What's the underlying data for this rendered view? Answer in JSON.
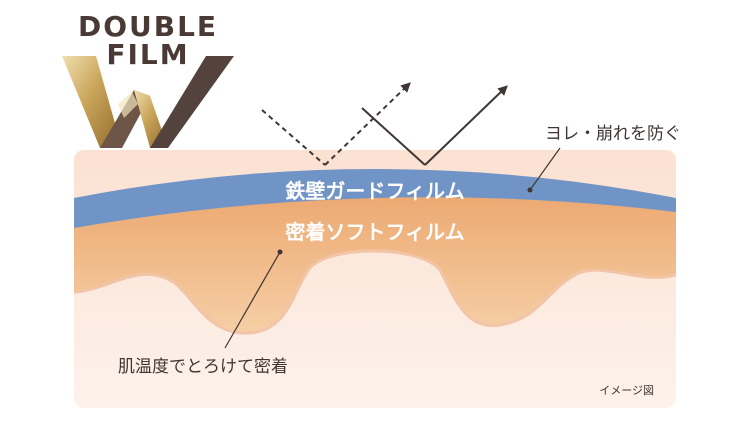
{
  "logo": {
    "line1": "DOUBLE",
    "line2": "FILM",
    "mark": "W",
    "colors": {
      "text": "#4a3a36",
      "gold_light": "#e9d49a",
      "gold_dark": "#a8853e",
      "brown": "#54423c"
    }
  },
  "layers": {
    "top_film": {
      "label": "鉄壁ガードフィルム",
      "color": "#7094c6"
    },
    "soft_film": {
      "label": "密着ソフトフィルム",
      "color": "#eeae78"
    },
    "skin": {
      "color": "#fbe6da"
    }
  },
  "callouts": {
    "right": "ヨレ・崩れを防ぐ",
    "left": "肌温度でとろけて密着"
  },
  "note": "イメージ図",
  "arrow_color": "#3f3634"
}
